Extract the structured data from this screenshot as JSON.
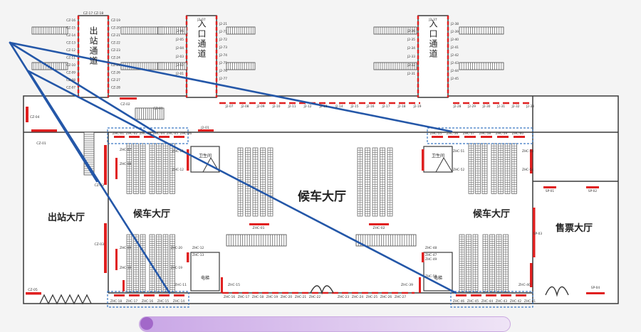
{
  "halls": {
    "main_waiting": "候车大厅",
    "left_waiting": "候车大厅",
    "right_waiting": "候车大厅",
    "exit_hall": "出站大厅",
    "ticket_hall": "售票大厅"
  },
  "passages": {
    "exit": "出站通道",
    "entrance_1": "入口通道",
    "entrance_2": "入口通道"
  },
  "rooms": {
    "toilet_left": "卫生间",
    "toilet_right": "卫生间",
    "elevator_left": "电梯",
    "elevator_right": "电梯"
  },
  "codes": {
    "cz_top": "CZ-17 CZ-18",
    "cz_left": [
      "CZ-16",
      "CZ-15",
      "CZ-14",
      "CZ-13",
      "CZ-12",
      "CZ-11",
      "CZ-10",
      "CZ-09",
      "CZ-08",
      "CZ-07"
    ],
    "cz_right": [
      "CZ-19",
      "CZ-20",
      "CZ-21",
      "CZ-22",
      "CZ-23",
      "CZ-24",
      "CZ-25",
      "CZ-26",
      "CZ-27",
      "CZ-28"
    ],
    "cz_02": "CZ-02",
    "cz_01_top": "CZ-01",
    "cz_04": "CZ-04",
    "cz_01_left": "CZ-01",
    "cz_03": "CZ-03",
    "cz_03b": "CZ-03",
    "cz_05": "CZ-05",
    "j1_top": "J2-07",
    "j1_left": [
      "J2-06",
      "J2-05",
      "J2-04",
      "J2-03",
      "J2-02",
      "J2-01"
    ],
    "j1_right": [
      "J2-21",
      "J2-71",
      "J2-72",
      "J2-73",
      "J2-74",
      "J2-75",
      "J2-76",
      "J2-77"
    ],
    "j2_top": "J2-37",
    "j2_left": [
      "J2-36",
      "J2-35",
      "J2-34",
      "J2-33",
      "J2-32",
      "J2-31"
    ],
    "j2_right": [
      "J2-38",
      "J2-39",
      "J2-40",
      "J2-41",
      "J2-42",
      "J2-43",
      "J2-44",
      "J2-45"
    ],
    "top_row": [
      "J2-07",
      "J2-08",
      "J2-09",
      "J2-10",
      "J2-11",
      "J2-12",
      "J2-13",
      "J2-14",
      "J2-15",
      "J2-16",
      "J2-17",
      "J2-18",
      "J2-19"
    ],
    "top_row_right": [
      "J2-28",
      "J2-29",
      "J2-30",
      "J2-31",
      "J2-32",
      "J2-33"
    ],
    "j2_01": "J2-01",
    "zhc_left_top": [
      "ZHC-01",
      "ZHC-02",
      "ZHC-03",
      "ZHC-04",
      "ZHC-05",
      "ZHC-06"
    ],
    "zhc_right_top": [
      "ZHC-55",
      "ZHC-56",
      "ZHC-57",
      "ZHC-58",
      "ZHC-59",
      "ZHC-60"
    ],
    "zhc_left_side": [
      "ZHC-07",
      "ZHC-08"
    ],
    "zhc_left_side2": [
      "ZHC-09",
      "ZHC-10"
    ],
    "zhc_mid_side": [
      "ZHC-11",
      "ZHC-12"
    ],
    "zhc_right_side": [
      "ZHC-51",
      "ZHC-52"
    ],
    "zhc_right_side2": [
      "ZHC-53",
      "ZHC-54"
    ],
    "zhc_counter1": "ZHC-01",
    "zhc_counter2": "ZHC-02",
    "zhc_bottom_left": [
      "ZHC-18",
      "ZHC-17",
      "ZHC-16",
      "ZHC-15",
      "ZHC-14"
    ],
    "zhc_bottom_mid1": [
      "ZHC-16",
      "ZHC-17",
      "ZHC-18",
      "ZHC-19",
      "ZHC-20",
      "ZHC-21",
      "ZHC-22"
    ],
    "zhc_bottom_mid2": [
      "ZHC-23",
      "ZHC-24",
      "ZHC-25",
      "ZHC-26",
      "ZHC-27"
    ],
    "zhc_bottom_right": [
      "ZHC-46",
      "ZHC-45",
      "ZHC-44",
      "ZHC-43",
      "ZHC-42",
      "ZHC-41"
    ],
    "zhc_lift_left": [
      "ZHC-12",
      "ZHC-13"
    ],
    "zhc_lift_right": [
      "ZHC-48",
      "ZHC-47"
    ],
    "zhc_left_mid": [
      "ZHC-20",
      "ZHC-19"
    ],
    "zhc_right_mid": [
      "ZHC-49",
      "ZHC-50"
    ],
    "zhc_bottom_side_l": "ZHC-11",
    "zhc_bottom_side_r": "ZHC-40",
    "zhc_mid_door_l": "ZHC-15",
    "zhc_mid_door_r": "ZHC-39",
    "sp": [
      "SP-01",
      "SP-02",
      "SP-03",
      "SP-04"
    ]
  },
  "colors": {
    "red": "#e02020",
    "blue_line": "#2457a8",
    "dash_box": "#3a78c2",
    "wall": "#3a3a3a",
    "seat": "#5a5a5a",
    "banner": "#d9c2e8"
  }
}
